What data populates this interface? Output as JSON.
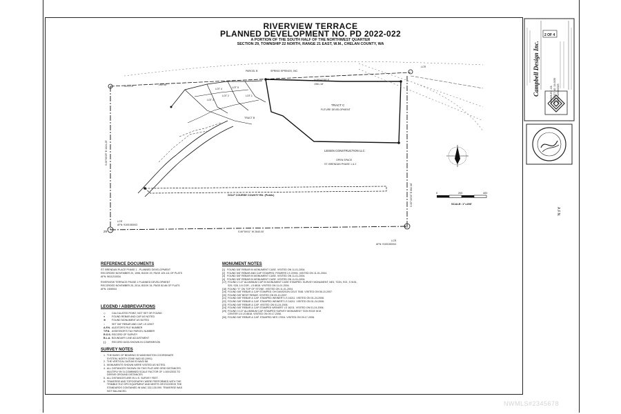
{
  "title": {
    "line1": "RIVERVIEW TERRACE",
    "line2": "PLANNED DEVELOPMENT NO. PD 2022-022",
    "line3": "A PORTION OF THE SOUTH HALF OF THE NORTHWEST QUARTER",
    "line4": "SECTION 29, TOWNSHIP 22 NORTH, RANGE 21 EAST, W.M., CHELAN COUNTY, WA"
  },
  "plat_labels": {
    "tract_c": "TRACT C",
    "future_dev": "FUTURE DEVELOPMENT",
    "owner": "LEISEN CONSTRUCTION LLC",
    "open_space": "OPEN SPACE",
    "phase_note": "ST. BRENDAN PHASE 1 & 2",
    "road": "GOLF COURSE COUNTY RD. (Public)",
    "lot1": "LOT 1",
    "lot2": "LOT 2",
    "lot3": "LOT 3",
    "lot4": "LOT 4",
    "lot5": "LOT 5",
    "tract_b": "TRACT B",
    "spring_springs": "SPRING SPRINGS, INC.",
    "parcel_b": "PARCEL B",
    "lcr_nw": "3/4 LCR",
    "lcr_ne": "LCR",
    "lcr_sw": "LCR",
    "lcr_se": "LCR",
    "afn_sw": "AFN: 9105150003",
    "afn_se": "AFN: 9105150004",
    "bearing_top": "N 89°47'50\" E",
    "dist_top": "1981.18'",
    "bearing_bottom": "S 89°59'41\" W  2640.00'",
    "bearing_left": "S 00°00'25\" E  1324.25'",
    "bearing_right": "S 00°40'33\" E  662.38'",
    "dist_nw": "260.98'",
    "mon_sw": "29",
    "mon_se": "30"
  },
  "scale": {
    "label": "SCALE: 1\"=200'",
    "ticks": [
      "0",
      "200",
      "400"
    ]
  },
  "reference_documents": {
    "title": "REFERENCE DOCUMENTS",
    "entry1_line1": "ST. BRENDAN PLACE PHASE 1 - PLANNED DEVELOPMENT",
    "entry1_line2": "RECORDED NOVEMBER 20, 1996, BOOK 29, PAGE 109-111 OF PLATS",
    "entry1_line3": "AFN: 9611210034",
    "entry2_line1": "RIVERVIEW TERRACE PHASE 1 PLANNED DEVELOPMENT",
    "entry2_line2": "RECORDED NOVEMBER 25, 2014, BOOK 34, PAGE 82-86 OF PLATS",
    "entry2_line3": "AFN: 2408944"
  },
  "legend": {
    "title": "LEGEND / ABBREVIATIONS",
    "rows": [
      {
        "sym": "◇",
        "text": "CALCULATED POINT, NOT SET OR FOUND"
      },
      {
        "sym": "●",
        "text": "FOUND REBAR AND CAP AS NOTED"
      },
      {
        "sym": "⊕",
        "text": "FOUND MONUMENT AS NOTED"
      },
      {
        "sym": "○",
        "text": "SET 5/8\" REBAR AND CAP, LS 42907"
      },
      {
        "sym": "A.F.N.",
        "text": "AUDITOR'S FILE NUMBER"
      },
      {
        "sym": "T.P.N.",
        "text": "ASSESSOR'S TAX PARCEL NUMBER"
      },
      {
        "sym": "R.O.S.",
        "text": "RECORD OF SURVEY"
      },
      {
        "sym": "B.L.A.",
        "text": "BOUNDARY LINE ADJUSTMENT"
      },
      {
        "sym": "( )",
        "text": "RECORD DATA SHOWN IN COMPARISON"
      }
    ]
  },
  "survey_notes": {
    "title": "SURVEY NOTES",
    "lines": [
      "1.  THE BASIS OF BEARING IS WASHINGTON COORDINATE",
      "     SYSTEM, NORTH ZONE NAD 83 (1991).",
      "2.  THE VERTICAL DATUM IS NAVD 88.",
      "3.  MONUMENTS SHOWN WERE VISITED AS NOTED.",
      "4.  ALL DISTANCES SHOWN ON THIS PLAT ARE GRID DISTANCES.",
      "     MULTIPLY BY A COMBINED SCALE FACTOR OF 1.00012533 TO",
      "     DERIVE GROUND DISTANCES.",
      "5.  ALL DISTANCES ARE IN U.S. SURVEY FEET.",
      "6.  TRAVERSE AND TOPOGRAPHY WERE PERFORMED WITH THE",
      "     TRIMBLE R12 GPS EQUIPMENT AND MEETS OR EXCEEDS THE",
      "     STANDARDS CONTAINED IN WAC 332-130-090. TRAVERSE WAS",
      "     NOT BALANCED."
    ]
  },
  "monument_notes": {
    "title": "MONUMENT NOTES",
    "lines": [
      "[1]   FOUND 5/8\" REBAR IN MONUMENT CASE. VISITED ON 11-01-2004.",
      "[2]   FOUND 5/8\" REBAR AND CAP STAMPED: POWERS LS 22994. VISITED ON 11-01-2004.",
      "[3]   FOUND 5/8\" REBAR IN MONUMENT CASE. VISITED ON 11-01-2004.",
      "[4]   FOUND 5/8\" REBAR IN MONUMENT CASE. VISITED ON 11-01-2004.",
      "[17]  FOUND 2 1/2\" ALUMINUM CAP IN MONUMENT CASE STAMPED: SURVEY MONUMENT, NE3, T22N, R21, S W.M.,",
      "        S29, S28, 1/4 COR., LS 8818. VISITED ON 11-01-2004.",
      "[18]  FOUND \"X\" ON TOP OF STONE. VISITED ON 11-01-2004.",
      "[19]  FOUND 5/8\" REBAR & CAP STAMPED: DH DAVIDSON CELS 7048. VISITED ON 08-10-2007.",
      "[20]  FOUND 5/8\" BENT REBAR. VISITED ON 09-10-2007.",
      "[21]  FOUND 5/8\" REBAR & CAP. STAMPED WEINERT LS 16211. VISITED ON 01-24-2006.",
      "[22]  FOUND 5/8\" REBAR & CAP. STAMPED WEINERT LS 16211. VISITED ON 01-24-2006.",
      "[23]  FOUND 5/8\" REBAR & CAP. VISITED ON 01-24-2006.",
      "[24]  FOUND 5/8\" REBAR & CAP STAMPED WEINERT LS 16211. VISITED ON 01-24-2006.",
      "[29]  FOUND 3 1/2\" ALUMINUM CAP STAMPED SURVEY MONUMENT T22N R21E W.M.",
      "        CENTER 1/4 LS 8818. VISITED ON 09-17-2008.",
      "[30]  FOUND 5/8\" REBAR & CAP. STAMPED NES 17004. VISITED ON 09-17-2008."
    ]
  },
  "title_block": {
    "company": "Campbell Design Inc.",
    "sheet": "2 OF 4",
    "job_no": "PROJECT NO. 24-0035",
    "drawn_by": "DRAWN BY: J.B.",
    "date": "DATE: 02/03/2025"
  },
  "side_label": "A.F.N.",
  "watermark": "NWMLS#2345678",
  "colors": {
    "ink": "#111111",
    "paper": "#ffffff",
    "watermark": "#d4d4d4"
  }
}
